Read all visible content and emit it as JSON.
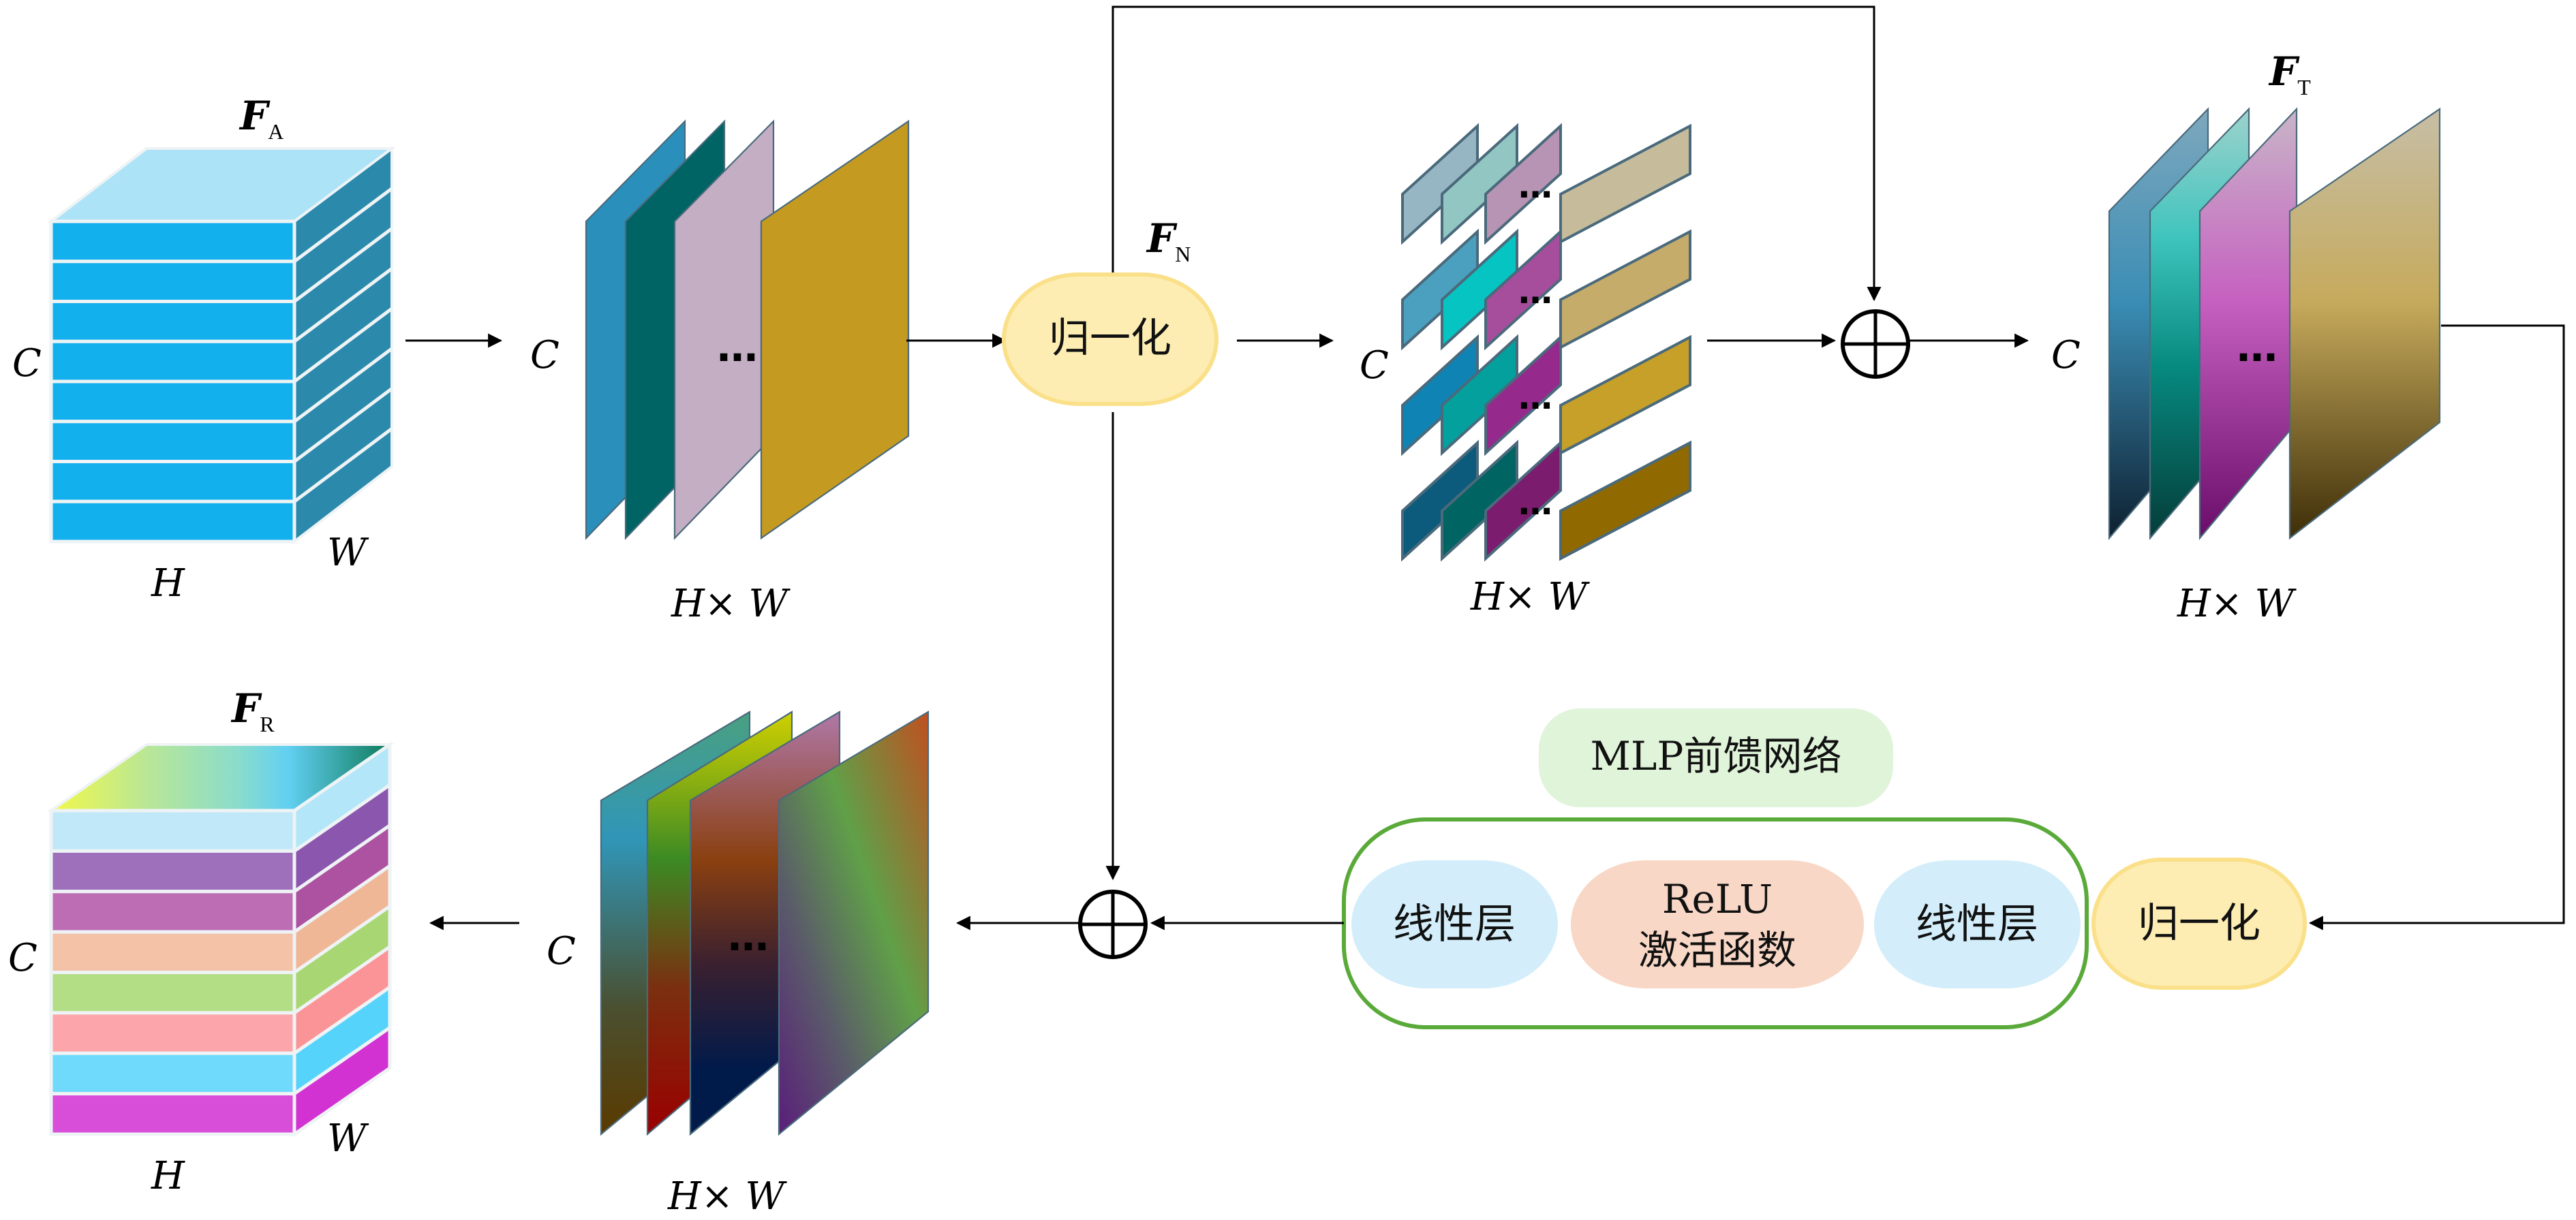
{
  "diagram": {
    "features": {
      "fa": {
        "symbol": "F",
        "subscript": "A"
      },
      "fn": {
        "symbol": "F",
        "subscript": "N"
      },
      "ft": {
        "symbol": "F",
        "subscript": "T"
      },
      "fr": {
        "symbol": "F",
        "subscript": "R"
      }
    },
    "dims": {
      "c": "C",
      "h": "H",
      "w": "W",
      "hxw": "H× W"
    },
    "ellipsis": "…",
    "nodes": {
      "norm1": "归一化",
      "norm2": "归一化",
      "mlp_title": "MLP前馈网络",
      "linear1": "线性层",
      "relu_line1": "ReLU",
      "relu_line2": "激活函数",
      "linear2": "线性层"
    },
    "colors": {
      "fa_front": "#13b0ee",
      "fa_side": "#2b89ac",
      "fa_top": "#ade3f7",
      "norm_fill": "#fdedb3",
      "norm_stroke": "#fbe08a",
      "mlp_title_fill": "#e0f4da",
      "mlp_border": "#5aaa3a",
      "linear_fill": "#d3eefa",
      "relu_fill": "#f8d7c6",
      "fr_rows": [
        "#c0e8f8",
        "#9e70bb",
        "#bd6db3",
        "#f3c2a7",
        "#b4de86",
        "#fca5aa",
        "#70dafc",
        "#d84ed9"
      ],
      "fr_side": [
        "#b3e6f8",
        "#8b56ad",
        "#ad52a0",
        "#f0b797",
        "#a8d672",
        "#fb9497",
        "#56d3fa",
        "#d232d2"
      ]
    }
  }
}
